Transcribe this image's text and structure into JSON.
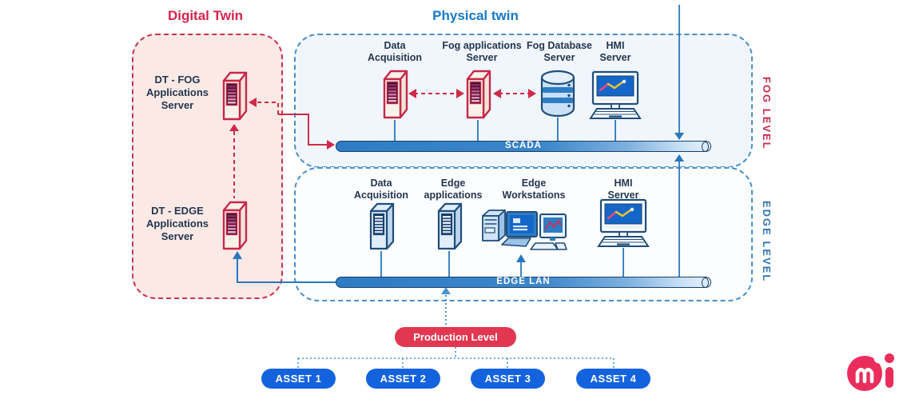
{
  "titles": {
    "digital_twin": "Digital Twin",
    "physical_twin": "Physical twin"
  },
  "side_labels": {
    "fog": "FOG LEVEL",
    "edge": "EDGE LEVEL"
  },
  "digital_twin": {
    "fog_server_label": "DT - FOG\nApplications\nServer",
    "edge_server_label": "DT - EDGE\nApplications\nServer"
  },
  "fog_level": {
    "nodes": [
      {
        "label": "Data\nAcquisition",
        "icon": "server-red"
      },
      {
        "label": "Fog applications\nServer",
        "icon": "server-red"
      },
      {
        "label": "Fog Database\nServer",
        "icon": "database"
      },
      {
        "label": "HMI\nServer",
        "icon": "computer"
      }
    ],
    "bus_label": "SCADA"
  },
  "edge_level": {
    "nodes": [
      {
        "label": "Data\nAcquisition",
        "icon": "server-blue"
      },
      {
        "label": "Edge\napplications",
        "icon": "server-blue"
      },
      {
        "label": "Edge\nWorkstations",
        "icon": "workstations"
      },
      {
        "label": "HMI\nServer",
        "icon": "computer"
      }
    ],
    "bus_label": "EDGE LAN"
  },
  "production": {
    "label": "Production Level"
  },
  "assets": [
    {
      "label": "ASSET 1"
    },
    {
      "label": "ASSET 2"
    },
    {
      "label": "ASSET 3"
    },
    {
      "label": "ASSET 4"
    }
  ],
  "colors": {
    "red_accent": "#D9224C",
    "blue_accent": "#1779C6",
    "navy_outline": "#1F4E79",
    "bus_blue": "#2E7CC4",
    "asset_blue": "#1463DE",
    "production_red": "#E23750",
    "dt_box_fill": "#FBE9E6",
    "fog_box_fill": "#F0F6FC"
  }
}
